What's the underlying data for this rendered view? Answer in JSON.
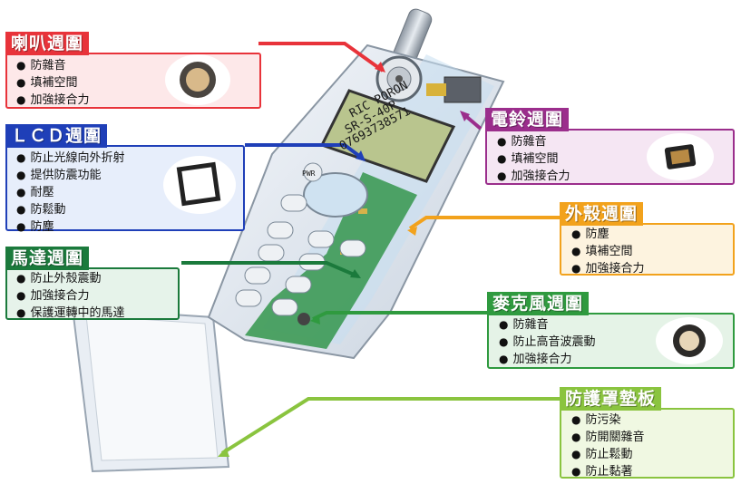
{
  "callouts": {
    "speaker": {
      "title": "喇叭週圍",
      "items": [
        "防雜音",
        "填補空間",
        "加強接合力"
      ]
    },
    "lcd": {
      "title": "ＬＣＤ週圍",
      "items": [
        "防止光線向外折射",
        "提供防震功能",
        "耐壓",
        "防鬆動",
        "防塵"
      ]
    },
    "motor": {
      "title": "馬達週圍",
      "items": [
        "防止外殼震動",
        "加強接合力",
        "保護運轉中的馬達"
      ]
    },
    "ringer": {
      "title": "電鈴週圍",
      "items": [
        "防雜音",
        "填補空間",
        "加強接合力"
      ]
    },
    "case": {
      "title": "外殼週圍",
      "items": [
        "防塵",
        "填補空間",
        "加強接合力"
      ]
    },
    "mic": {
      "title": "麥克風週圍",
      "items": [
        "防雜音",
        "防止高音波震動",
        "加強接合力"
      ]
    },
    "shield": {
      "title": "防護罩墊板",
      "items": [
        "防污染",
        "防開關雜音",
        "防止鬆動",
        "防止黏著"
      ]
    }
  },
  "lcd_screen": {
    "line1": "RIC PORON",
    "line2": "SR-S-40P",
    "line3": "07693738571"
  },
  "keypad": {
    "pwr_label": "PWR"
  },
  "colors": {
    "red": "#e8333a",
    "blue": "#1f3fb8",
    "dark_green": "#1b7a3c",
    "purple": "#9b2e8c",
    "orange": "#f2a21c",
    "green": "#2f9a3f",
    "light_green": "#8ac43f"
  }
}
